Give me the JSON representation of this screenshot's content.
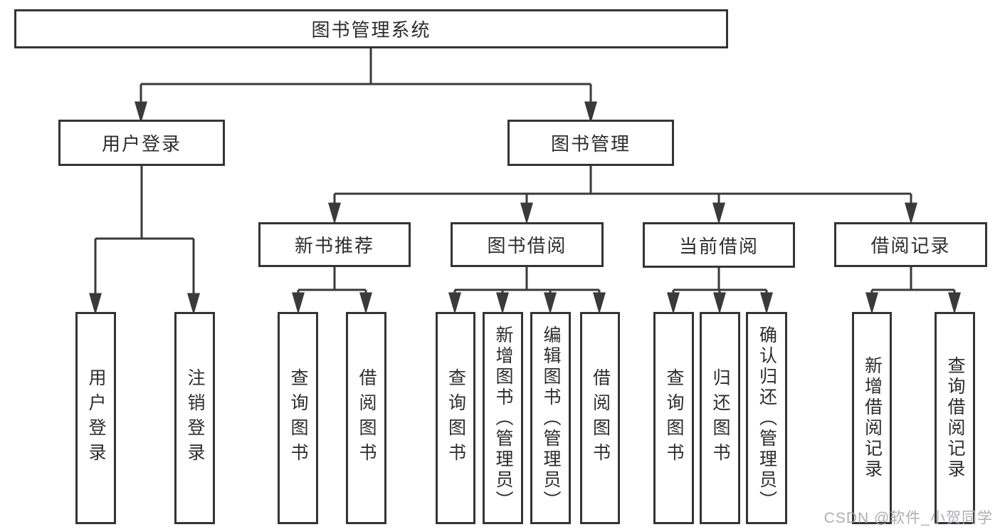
{
  "diagram": {
    "root": {
      "label": "图书管理系统"
    },
    "branches": [
      {
        "label": "用户登录",
        "children": [
          "用户登录",
          "注销登录"
        ]
      },
      {
        "label": "图书管理",
        "children": [
          {
            "label": "新书推荐",
            "children": [
              "查询图书",
              "借阅图书"
            ]
          },
          {
            "label": "图书借阅",
            "children": [
              "查询图书",
              "新增图书（管理员）",
              "编辑图书（管理员）",
              "借阅图书"
            ]
          },
          {
            "label": "当前借阅",
            "children": [
              "查询图书",
              "归还图书",
              "确认归还（管理员）"
            ]
          },
          {
            "label": "借阅记录",
            "children": [
              "新增借阅记录",
              "查询借阅记录"
            ]
          }
        ]
      }
    ]
  },
  "colors": {
    "line": "#3a3a3a",
    "box_border": "#343434",
    "text": "#2d2d2d",
    "watermark": "#a8aaaf"
  },
  "watermark": {
    "text": "CSDN @软件_小贺同学"
  }
}
